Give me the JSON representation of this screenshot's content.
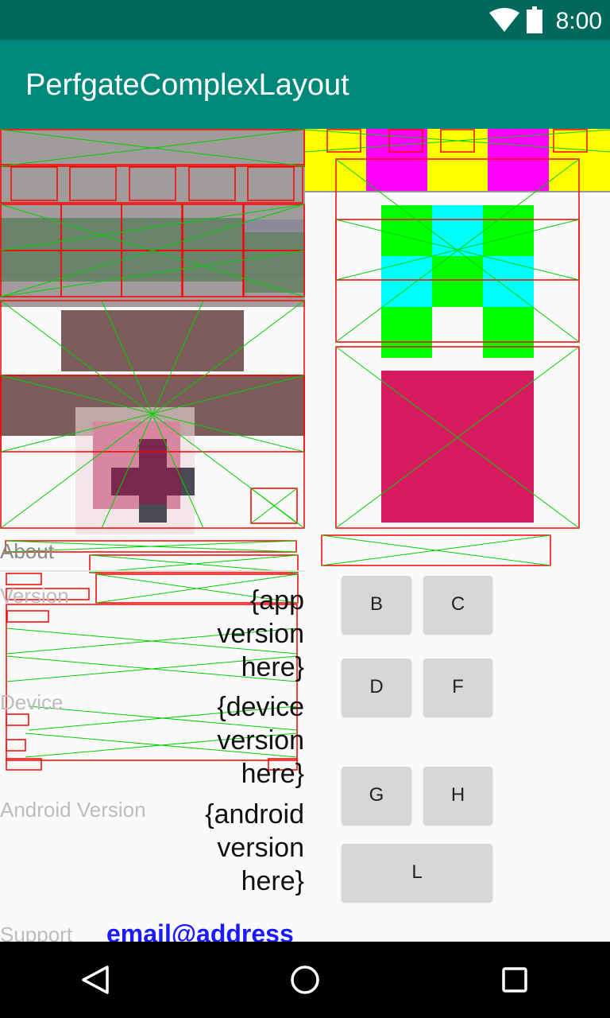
{
  "status_bar": {
    "time": "8:00"
  },
  "app_bar": {
    "title": "PerfgateComplexLayout"
  },
  "info": {
    "about_label": "About",
    "version_label": "Version",
    "version_value": "{app\nversion\nhere}",
    "device_label": "Device",
    "device_value": "{device\nversion\nhere}",
    "android_label": "Android Version",
    "android_value": "{android\nversion\nhere}",
    "support_label": "Support",
    "support_value": "email@address"
  },
  "buttons": {
    "b": "B",
    "c": "C",
    "d": "D",
    "f": "F",
    "g": "G",
    "h": "H",
    "l": "L"
  },
  "colors": {
    "status_bar": "#00695c",
    "app_bar": "#00897b",
    "magenta": "#ff00ff",
    "yellow": "#ffff00",
    "green": "#00ff00",
    "cyan": "#00ffff",
    "crimson": "#d81b60",
    "brown": "#7d5d5b"
  },
  "icons": [
    "wifi-icon",
    "battery-icon",
    "back-nav-icon",
    "home-nav-icon",
    "recents-nav-icon"
  ]
}
